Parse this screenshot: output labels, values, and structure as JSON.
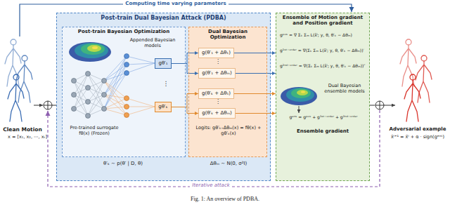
{
  "diagram": {
    "caption": "Fig. 1: An overview of PDBA.",
    "nodes": [
      {
        "text": [
          "Post-train Dual Bayesian Attack (PDBA)"
        ]
      },
      {
        "text": [
          "Post-train Bayesian Optimization",
          "Pre-trained surrogate fθ(x) (Frozen)",
          "Appended Bayesian models"
        ],
        "in": 0
      },
      {
        "text": [
          "gθ′₁"
        ],
        "in": 1
      },
      {
        "text": [
          "gθ′ₖ"
        ],
        "in": 1
      },
      {
        "text": [
          "Dual Bayesian Optimization",
          "Logits: gθ′ₖ₊Δθₘ(x) = fθ(x) + gθ′ₖ(x)"
        ],
        "in": 0
      },
      {
        "text": [
          "g(θ′₁ + Δθ₁)"
        ],
        "in": 4
      },
      {
        "text": [
          "g(θ′₁ + Δθₘ)"
        ],
        "in": 4
      },
      {
        "text": [
          "g(θ′ₖ + Δθ₁)"
        ],
        "in": 4
      },
      {
        "text": [
          "g(θ′ₖ + Δθₘ)"
        ],
        "in": 4
      },
      {
        "text": [
          "Ensemble of Motion gradient and Position gradient",
          "Dual Bayesian ensemble models",
          "Ensemble gradient"
        ]
      }
    ],
    "edges": [
      {
        "from": 2,
        "to": 5,
        "arrow": "to"
      },
      {
        "from": 2,
        "to": 6,
        "arrow": "to"
      },
      {
        "from": 3,
        "to": 7,
        "arrow": "to"
      },
      {
        "from": 3,
        "to": 8,
        "arrow": "to"
      },
      {
        "from": 5,
        "to": 9,
        "arrow": "to"
      },
      {
        "from": 6,
        "to": 9,
        "arrow": "to"
      },
      {
        "from": 7,
        "to": 9,
        "arrow": "to"
      },
      {
        "from": 8,
        "to": 9,
        "arrow": "to"
      }
    ],
    "labels": [
      "Computing time varying parameters",
      "Clean Motion",
      "x = [x₁, x₂, ⋯, xₜ]",
      "⋮",
      "θ′ₖ ∼ p(θ′ | D, θ)",
      "⋮",
      "⋮",
      "Δθₘ ∼ N(0, σ²I)",
      "gᵖᵒˢ = ∇ Σₖ Σₘ L(x̃ⁱ; y, θ, θ′ₖ − Δθₘ)",
      "g¹ˢᵗ⁻ᵒʳᵈᵉʳ = ∇(Σₖ Σₘ L(x̃ⁱ; y, θ, θ′ₖ − Δθₘ))′",
      "g²ⁿᵈ⁻ᵒʳᵈᵉʳ = ∇(Σₖ Σₘ L(x̃ⁱ; y, θ, θ′ₖ − Δθₘ))″",
      "gᵉⁿˢ = gᵖᵒˢ + g¹ˢᵗ⁻ᵒʳᵈᵉʳ + g²ⁿᵈ⁻ᵒʳᵈᵉʳ",
      "Adversarial example",
      "x̃ⁱ⁺¹ = x̃ⁱ + α · sign(gᵉⁿˢ)",
      "Iterative attack"
    ]
  }
}
